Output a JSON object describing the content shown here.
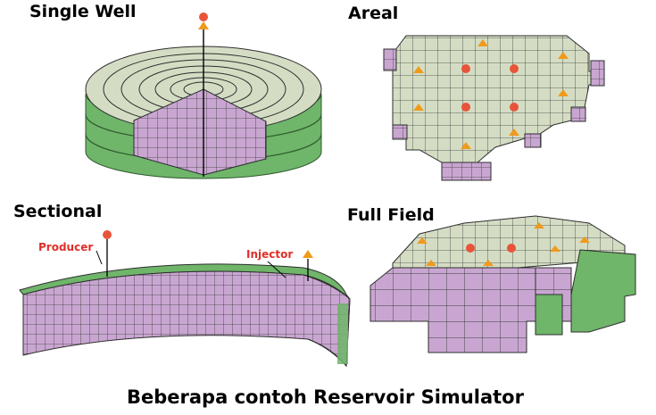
{
  "titles": {
    "single_well": "Single Well",
    "areal": "Areal",
    "sectional": "Sectional",
    "full_field": "Full Field"
  },
  "sectional_labels": {
    "producer": "Producer",
    "injector": "Injector"
  },
  "caption": "Beberapa contoh Reservoir Simulator",
  "colors": {
    "top_face": "#d4ddc4",
    "side_purple": "#c9a6d1",
    "side_green": "#6fb56a",
    "producer_marker": "#e8543a",
    "injector_marker": "#f09a1c",
    "label_red": "#e0302a"
  }
}
